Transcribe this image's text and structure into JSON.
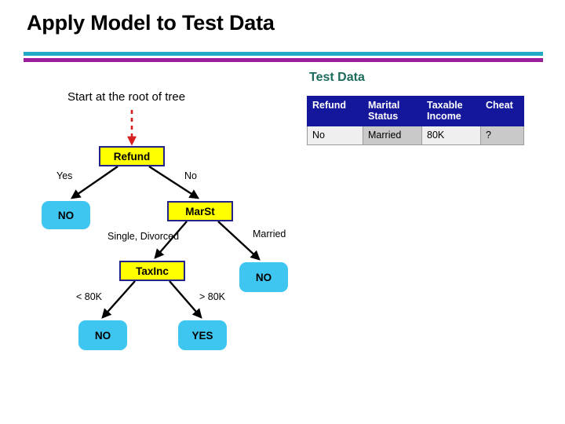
{
  "slide": {
    "title": "Apply Model to Test Data",
    "accent_top_color": "#21A8C4",
    "accent_bottom_color": "#9A1E9A"
  },
  "test_data": {
    "heading": "Test Data",
    "heading_color": "#1C6B5C",
    "header_bg": "#14179C",
    "columns": [
      "Refund",
      "Marital Status",
      "Taxable Income",
      "Cheat"
    ],
    "column_lines": [
      [
        "Refund"
      ],
      [
        "Marital",
        "Status"
      ],
      [
        "Taxable",
        "Income"
      ],
      [
        "Cheat"
      ]
    ],
    "rows": [
      [
        "No",
        "Married",
        "80K",
        "?"
      ]
    ]
  },
  "tree": {
    "caption": "Start at the root of tree",
    "decision_node_fill": "#FFFF00",
    "decision_node_border": "#232389",
    "leaf_node_fill": "#3FC6F0",
    "pointer_color": "#D81F1F",
    "nodes": {
      "refund": "Refund",
      "marst": "MarSt",
      "taxinc": "TaxInc",
      "leaf_refund_yes": "NO",
      "leaf_married": "NO",
      "leaf_lt_80k": "NO",
      "leaf_gt_80k": "YES"
    },
    "edge_labels": {
      "refund_yes": "Yes",
      "refund_no": "No",
      "marst_single_divorced": "Single, Divorced",
      "marst_married": "Married",
      "taxinc_lt_80k": "< 80K",
      "taxinc_gt_80k": "> 80K"
    }
  }
}
